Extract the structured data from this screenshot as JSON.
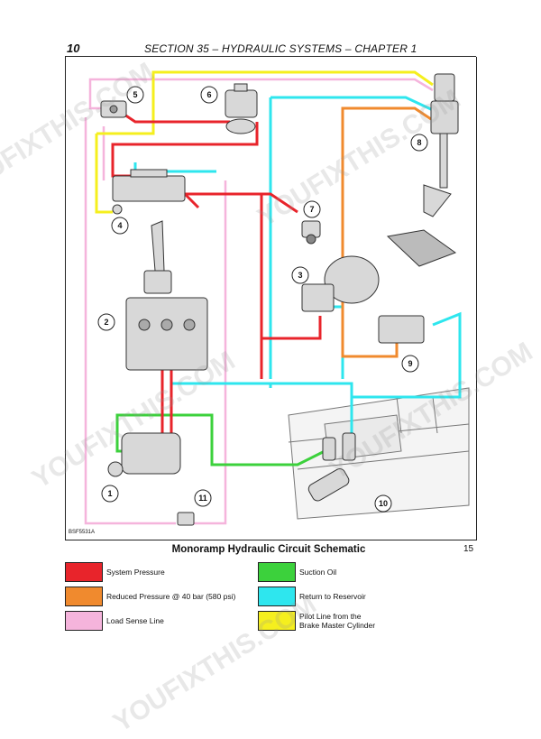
{
  "header": {
    "page_number": "10",
    "section_title": "SECTION 35 – HYDRAULIC SYSTEMS – CHAPTER 1"
  },
  "figure": {
    "code": "BSF5531A",
    "number": "15",
    "caption": "Monoramp Hydraulic Circuit Schematic",
    "callouts": [
      "1",
      "2",
      "3",
      "4",
      "5",
      "6",
      "7",
      "8",
      "9",
      "10",
      "11"
    ]
  },
  "legend": [
    {
      "label": "System Pressure",
      "color": "#e8242b"
    },
    {
      "label": "Reduced Pressure @ 40 bar (580 psi)",
      "color": "#f08a2e"
    },
    {
      "label": "Load Sense Line",
      "color": "#f5b4dc"
    },
    {
      "label": "Suction Oil",
      "color": "#3cd13c"
    },
    {
      "label": "Return to Reservoir",
      "color": "#2ee6ee"
    },
    {
      "label": "Pilot Line from the\nBrake Master Cylinder",
      "color": "#f5ef1e"
    }
  ],
  "watermark": "YOUFIXTHIS.COM"
}
